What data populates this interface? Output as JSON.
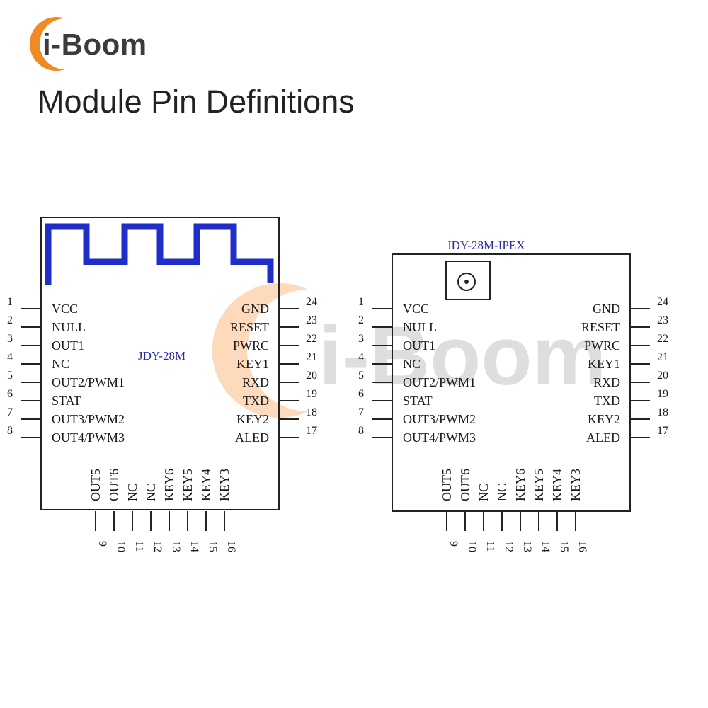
{
  "brand": {
    "name": "i-Boom",
    "accent": "#f08a24"
  },
  "title": "Module Pin Definitions",
  "watermark": "i-Boom",
  "colors": {
    "antenna": "#1f2ec8",
    "module_label": "#2a2aa8",
    "outline": "#222222"
  },
  "modules": [
    {
      "name": "JDY-28M",
      "has_antenna_trace": true
    },
    {
      "name": "JDY-28M-IPEX",
      "has_ipex_connector": true
    }
  ],
  "pins": {
    "left": [
      {
        "num": "1",
        "label": "VCC"
      },
      {
        "num": "2",
        "label": "NULL"
      },
      {
        "num": "3",
        "label": "OUT1"
      },
      {
        "num": "4",
        "label": "NC"
      },
      {
        "num": "5",
        "label": "OUT2/PWM1"
      },
      {
        "num": "6",
        "label": "STAT"
      },
      {
        "num": "7",
        "label": "OUT3/PWM2"
      },
      {
        "num": "8",
        "label": "OUT4/PWM3"
      }
    ],
    "right": [
      {
        "num": "24",
        "label": "GND"
      },
      {
        "num": "23",
        "label": "RESET"
      },
      {
        "num": "22",
        "label": "PWRC"
      },
      {
        "num": "21",
        "label": "KEY1"
      },
      {
        "num": "20",
        "label": "RXD"
      },
      {
        "num": "19",
        "label": "TXD"
      },
      {
        "num": "18",
        "label": "KEY2"
      },
      {
        "num": "17",
        "label": "ALED"
      }
    ],
    "bottom": [
      {
        "num": "9",
        "label": "OUT5"
      },
      {
        "num": "10",
        "label": "OUT6"
      },
      {
        "num": "11",
        "label": "NC"
      },
      {
        "num": "12",
        "label": "NC"
      },
      {
        "num": "13",
        "label": "KEY6"
      },
      {
        "num": "14",
        "label": "KEY5"
      },
      {
        "num": "15",
        "label": "KEY4"
      },
      {
        "num": "16",
        "label": "KEY3"
      }
    ]
  }
}
